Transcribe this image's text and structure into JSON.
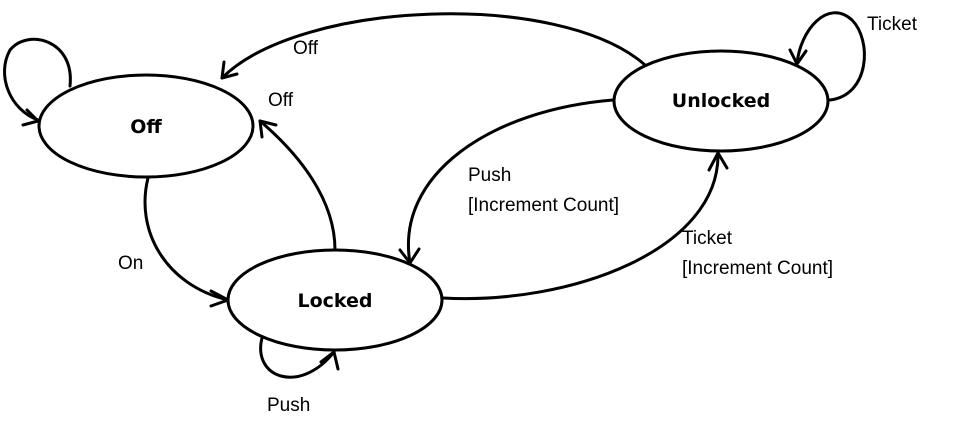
{
  "states": {
    "off": "Off",
    "locked": "Locked",
    "unlocked": "Unlocked"
  },
  "transitions": {
    "off_self": "",
    "off_to_locked": "On",
    "locked_to_off": "Off",
    "unlocked_to_off": "Off",
    "locked_self": "Push",
    "locked_to_unlocked": "Ticket",
    "locked_to_unlocked_action": "[Increment Count]",
    "unlocked_to_locked": "Push",
    "unlocked_to_locked_action": "[Increment Count]",
    "unlocked_self": "Ticket"
  }
}
